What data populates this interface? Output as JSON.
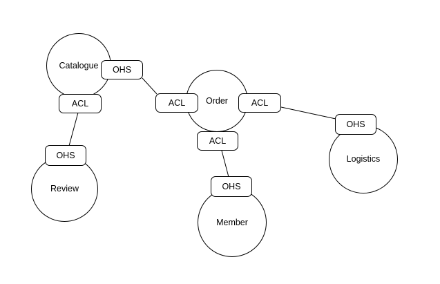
{
  "diagram": {
    "background_color": "#ffffff",
    "stroke_color": "#000000",
    "text_color": "#000000",
    "contexts": [
      {
        "id": "catalogue",
        "label": "Catalogue"
      },
      {
        "id": "order",
        "label": "Order"
      },
      {
        "id": "review",
        "label": "Review"
      },
      {
        "id": "member",
        "label": "Member"
      },
      {
        "id": "logistics",
        "label": "Logistics"
      }
    ],
    "ports": [
      {
        "id": "ohs-catalogue",
        "label": "OHS",
        "attached_to": "catalogue"
      },
      {
        "id": "acl-catalogue",
        "label": "ACL",
        "attached_to": "catalogue"
      },
      {
        "id": "acl-order-left",
        "label": "ACL",
        "attached_to": "order"
      },
      {
        "id": "acl-order-right",
        "label": "ACL",
        "attached_to": "order"
      },
      {
        "id": "acl-order-bottom",
        "label": "ACL",
        "attached_to": "order"
      },
      {
        "id": "ohs-review",
        "label": "OHS",
        "attached_to": "review"
      },
      {
        "id": "ohs-member",
        "label": "OHS",
        "attached_to": "member"
      },
      {
        "id": "ohs-logistics",
        "label": "OHS",
        "attached_to": "logistics"
      }
    ],
    "edges": [
      {
        "from": "ohs-catalogue",
        "to": "acl-order-left"
      },
      {
        "from": "acl-catalogue",
        "to": "ohs-review"
      },
      {
        "from": "acl-order-right",
        "to": "ohs-logistics"
      },
      {
        "from": "acl-order-bottom",
        "to": "ohs-member"
      }
    ]
  }
}
